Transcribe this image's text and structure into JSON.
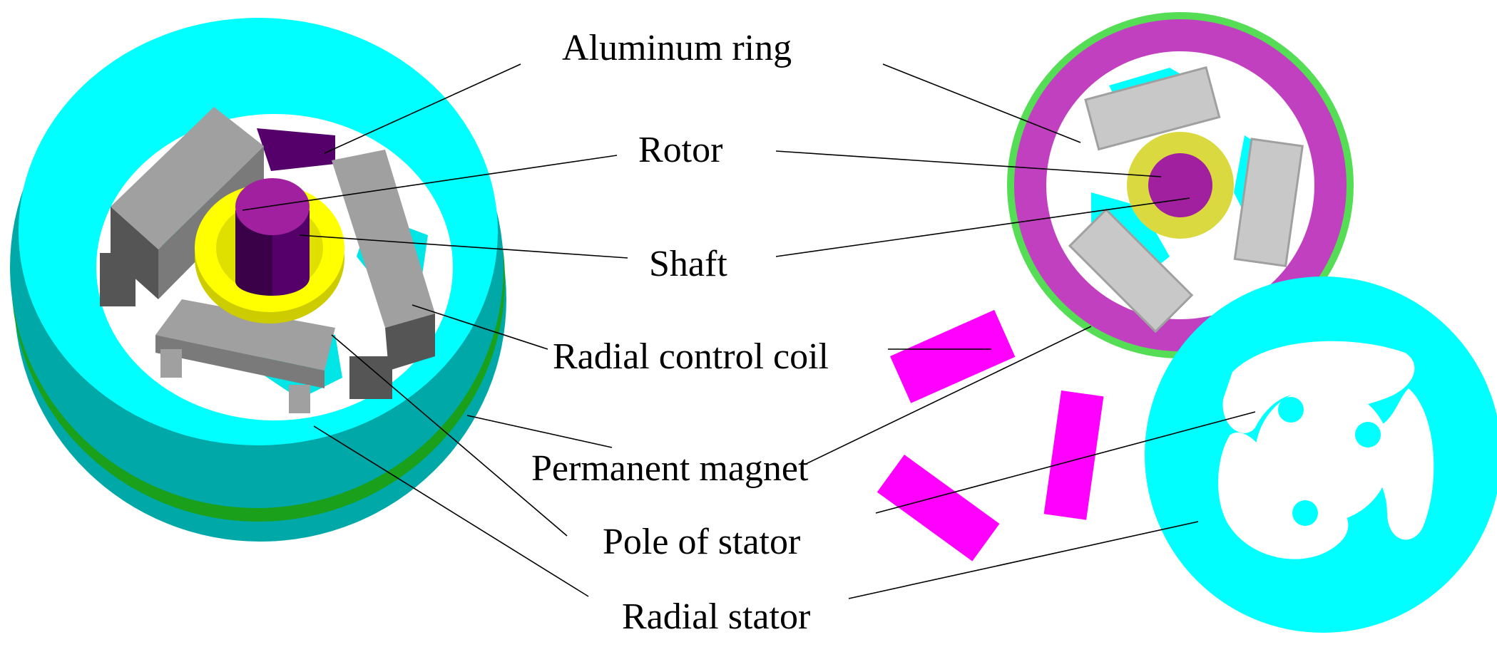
{
  "labels": {
    "aluminum_ring": "Aluminum ring",
    "rotor": "Rotor",
    "shaft": "Shaft",
    "radial_control_coil": "Radial control coil",
    "permanent_magnet": "Permanent magnet",
    "pole_of_stator": "Pole of stator",
    "radial_stator": "Radial stator"
  },
  "colors": {
    "stator": "#00ffff",
    "stator_side": "#00a8a8",
    "green_band": "#1aa01a",
    "coil": "#a0a0a0",
    "coil_dark": "#555555",
    "rotor_ring": "#ffff00",
    "shaft": "#a020a0",
    "shaft_dark": "#55006a",
    "aluminum_ring": "#c040c0",
    "aluminum_outer": "#55dd55",
    "magnet": "#ff00ff",
    "leader": "#000000"
  }
}
